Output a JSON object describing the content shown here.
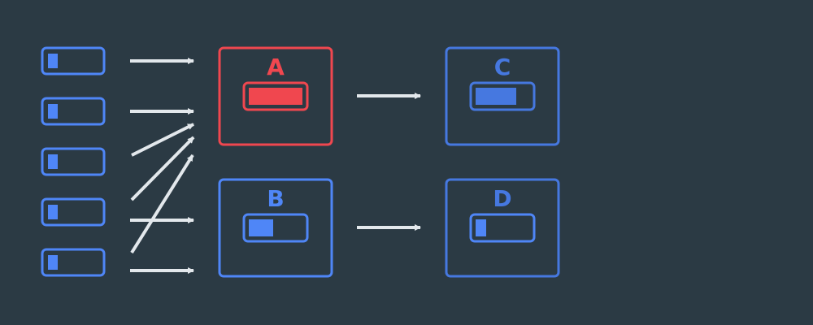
{
  "colors": {
    "background": "#2b3a44",
    "input_blue": "#4f86f7",
    "highlight_red": "#f0474f",
    "node_blue": "#4678e0",
    "arrow": "#e3e8ec"
  },
  "inputs": [
    {
      "level": 0.2
    },
    {
      "level": 0.2
    },
    {
      "level": 0.2
    },
    {
      "level": 0.2
    },
    {
      "level": 0.2
    }
  ],
  "nodes": {
    "A": {
      "label": "A",
      "level": 1.0,
      "highlighted": true
    },
    "B": {
      "label": "B",
      "level": 0.45,
      "highlighted": false
    },
    "C": {
      "label": "C",
      "level": 0.75,
      "highlighted": false
    },
    "D": {
      "label": "D",
      "level": 0.2,
      "highlighted": false
    }
  }
}
